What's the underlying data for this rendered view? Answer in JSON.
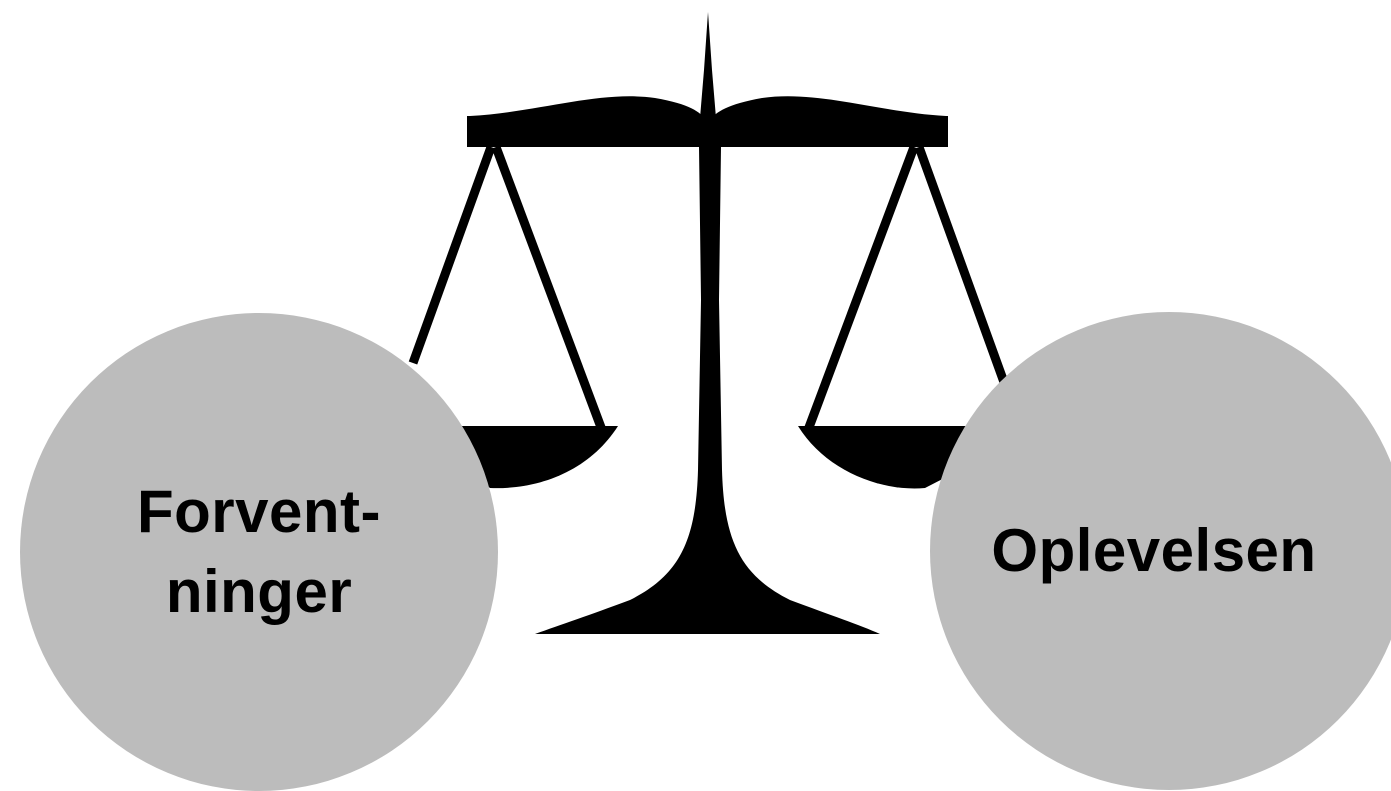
{
  "diagram": {
    "left_circle": {
      "line1": "Forvent-",
      "line2": "ninger"
    },
    "right_circle": {
      "label": "Oplevelsen"
    }
  },
  "colors": {
    "circle_fill": "#bcbcbc",
    "scale_fill": "#000000",
    "text": "#000000",
    "background": "#ffffff"
  },
  "icons": {
    "scales": "balance-scale-icon"
  }
}
